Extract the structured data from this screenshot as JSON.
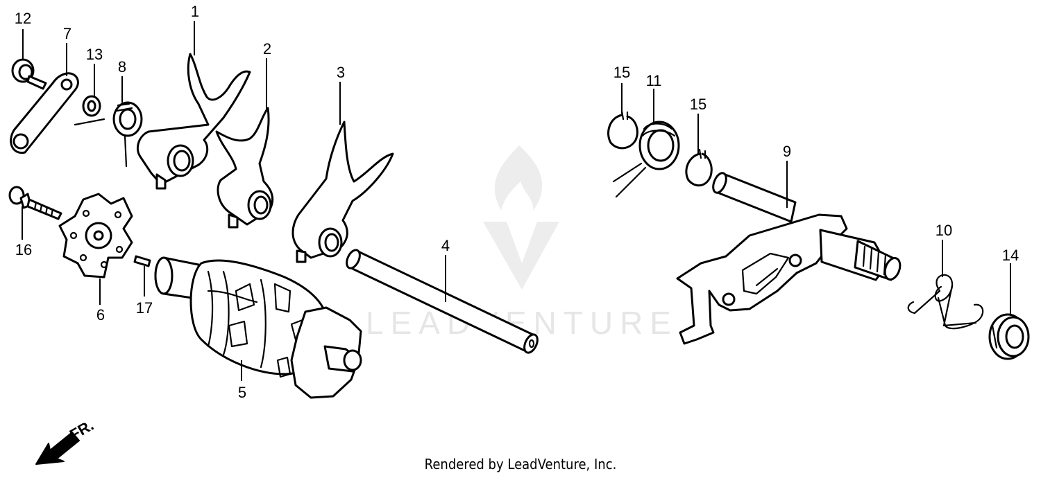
{
  "callouts": {
    "c1": "1",
    "c2": "2",
    "c3": "3",
    "c4": "4",
    "c5": "5",
    "c6": "6",
    "c7": "7",
    "c8": "8",
    "c9": "9",
    "c10": "10",
    "c11": "11",
    "c12": "12",
    "c13": "13",
    "c14": "14",
    "c15a": "15",
    "c15b": "15",
    "c16": "16",
    "c17": "17"
  },
  "direction": {
    "label": "FR."
  },
  "watermark": {
    "text": "LEADVENTURE"
  },
  "footer": {
    "text": "Rendered by LeadVenture, Inc."
  },
  "colors": {
    "ink": "#000000",
    "watermark": "#e6e6e6",
    "background": "#ffffff"
  },
  "icons": {
    "direction_arrow": "arrow-down-left-icon",
    "watermark_logo": "flame-v-logo-icon"
  }
}
